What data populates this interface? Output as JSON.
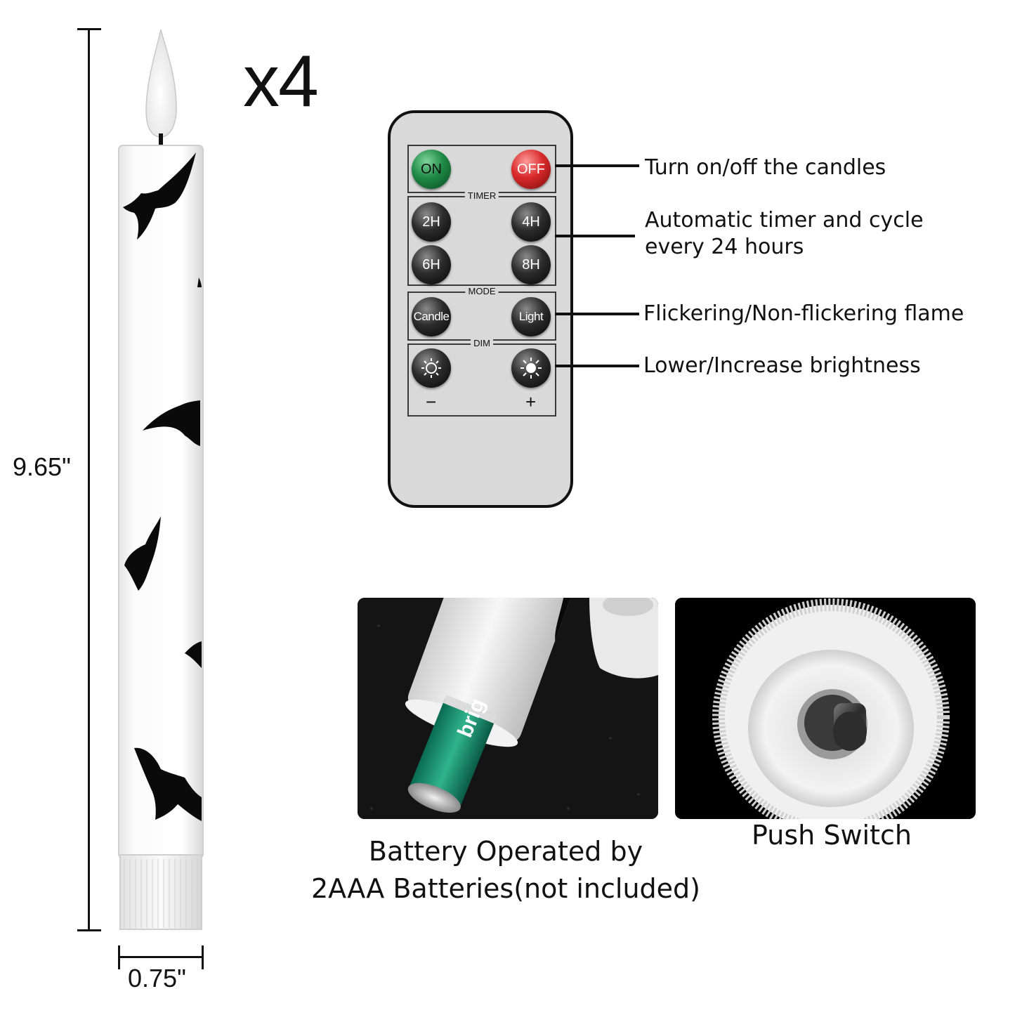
{
  "dimensions": {
    "height": "9.65\"",
    "diameter": "0.75\""
  },
  "quantity": "x4",
  "remote": {
    "power": {
      "on": "ON",
      "off": "OFF"
    },
    "timer": {
      "label": "TIMER",
      "buttons": [
        "2H",
        "4H",
        "6H",
        "8H"
      ]
    },
    "mode": {
      "label": "MODE",
      "candle": "Candle",
      "light": "Light"
    },
    "dim": {
      "label": "DIM",
      "minus": "−",
      "plus": "+"
    }
  },
  "callouts": {
    "power": "Turn on/off the candles",
    "timer_line1": "Automatic timer and cycle",
    "timer_line2": "every 24 hours",
    "mode": "Flickering/Non-flickering flame",
    "dim": "Lower/Increase brightness"
  },
  "captions": {
    "battery_line1": "Battery Operated by",
    "battery_line2": "2AAA Batteries(not included)",
    "switch": "Push Switch"
  },
  "battery_brand": "brig",
  "colors": {
    "on_button": "#1e8a45",
    "off_button": "#d92a2a",
    "remote_body": "#d9d9d9",
    "bats": "#0a0a0a"
  }
}
